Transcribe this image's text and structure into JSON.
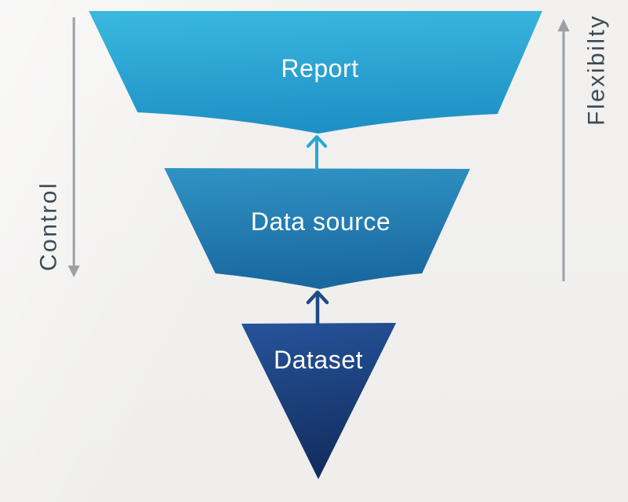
{
  "funnel": {
    "layers": [
      {
        "label": "Report",
        "color_top": "#3ab9df",
        "color_bottom": "#1e90c5"
      },
      {
        "label": "Data source",
        "color_top": "#3093c4",
        "color_bottom": "#19689f"
      },
      {
        "label": "Dataset",
        "color_top": "#27549b",
        "color_bottom": "#122e5f"
      }
    ],
    "flow_arrows": [
      {
        "name": "datasource-to-report",
        "direction": "up",
        "color": "#2ba6d3"
      },
      {
        "name": "dataset-to-datasource",
        "direction": "up",
        "color": "#1c4a85"
      }
    ],
    "label_color": "#ffffff"
  },
  "axes": {
    "left": {
      "label": "Control",
      "direction": "down",
      "text_color": "#3d4a55",
      "arrow_color": "#9aa0a6"
    },
    "right": {
      "label": "Flexibilty",
      "direction": "up",
      "text_color": "#3d4a55",
      "arrow_color": "#9aa0a6"
    }
  }
}
